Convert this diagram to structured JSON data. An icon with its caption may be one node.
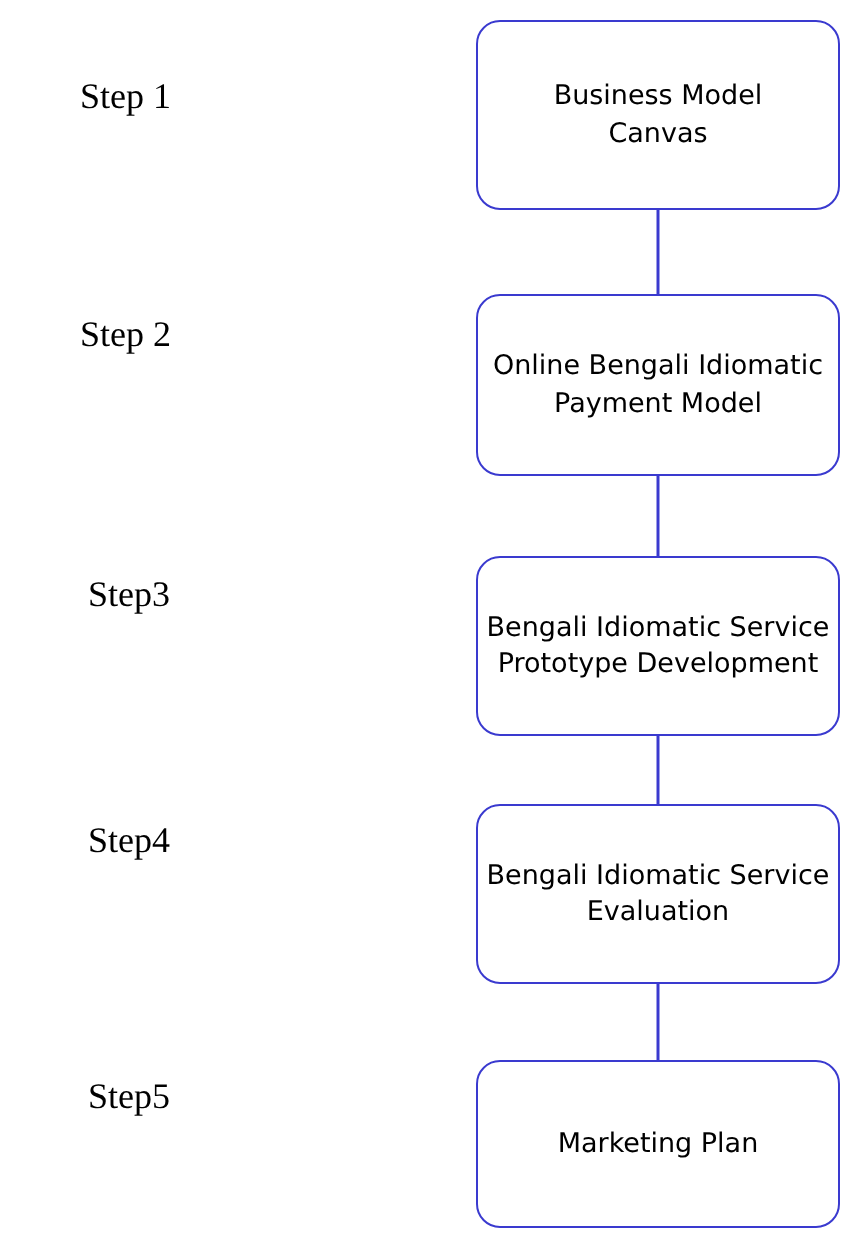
{
  "diagram": {
    "nodes": [
      {
        "text": [
          "Business Model Canvas"
        ]
      },
      {
        "text": [
          "Online Bengali Idiomatic Payment Model"
        ]
      },
      {
        "text": [
          "Bengali Idiomatic Service Prototype Development"
        ]
      },
      {
        "text": [
          "Bengali Idiomatic Service Evaluation"
        ]
      },
      {
        "text": [
          "Marketing Plan"
        ]
      }
    ],
    "edges": [
      {
        "from": 0,
        "to": 1,
        "arrow": "none"
      },
      {
        "from": 1,
        "to": 2,
        "arrow": "none"
      },
      {
        "from": 2,
        "to": 3,
        "arrow": "none"
      },
      {
        "from": 3,
        "to": 4,
        "arrow": "none"
      }
    ],
    "labels": [
      "Step 1",
      "Step 2",
      "Step3",
      "Step4",
      "Step5"
    ]
  }
}
